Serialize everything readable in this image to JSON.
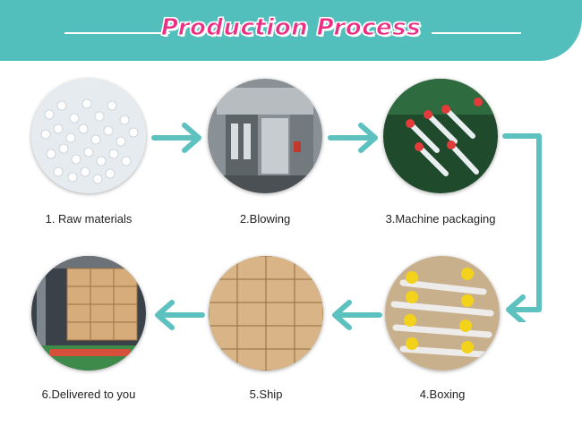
{
  "header": {
    "title": "Production Process"
  },
  "steps": [
    {
      "label": "1. Raw materials"
    },
    {
      "label": "2.Blowing"
    },
    {
      "label": "3.Machine packaging"
    },
    {
      "label": "4.Boxing"
    },
    {
      "label": "5.Ship"
    },
    {
      "label": "6.Delivered to you"
    }
  ],
  "colors": {
    "banner": "#53bfbd",
    "title": "#ea2f84",
    "arrow": "#5cc1bf"
  }
}
